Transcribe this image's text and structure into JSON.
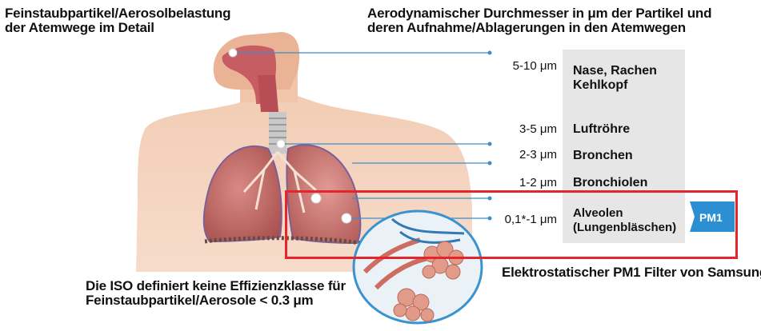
{
  "title_left": [
    "Feinstaubpartikel/Aerosolbelastung",
    "der Atemwege im Detail"
  ],
  "title_right": [
    "Aerodynamischer Durchmesser in μm der Partikel und",
    "deren Aufnahme/Ablagerungen in den Atemwegen"
  ],
  "rows": [
    {
      "size": "5-10 μm",
      "label": [
        "Nase, Rachen",
        "Kehlkopf"
      ]
    },
    {
      "size": "3-5 μm",
      "label": [
        "Luftröhre"
      ]
    },
    {
      "size": "2-3 μm",
      "label": [
        "Bronchen"
      ]
    },
    {
      "size": "1-2 μm",
      "label": [
        "Bronchiolen"
      ]
    },
    {
      "size": "0,1*-1 μm",
      "label": [
        "Alveolen",
        "(Lungenbläschen)"
      ]
    }
  ],
  "pm1_badge": "PM1",
  "bottom_note": [
    "Die ISO definiert keine Effizienzklasse für",
    "Feinstaubpartikel/Aerosole < 0.3 μm"
  ],
  "filter_caption": "Elektrostatischer PM1 Filter von Samsung",
  "colors": {
    "highlight": "#e5252b",
    "line": "#3b8ec9",
    "badge": "#2b8fd1",
    "panel": "#e6e6e6"
  }
}
